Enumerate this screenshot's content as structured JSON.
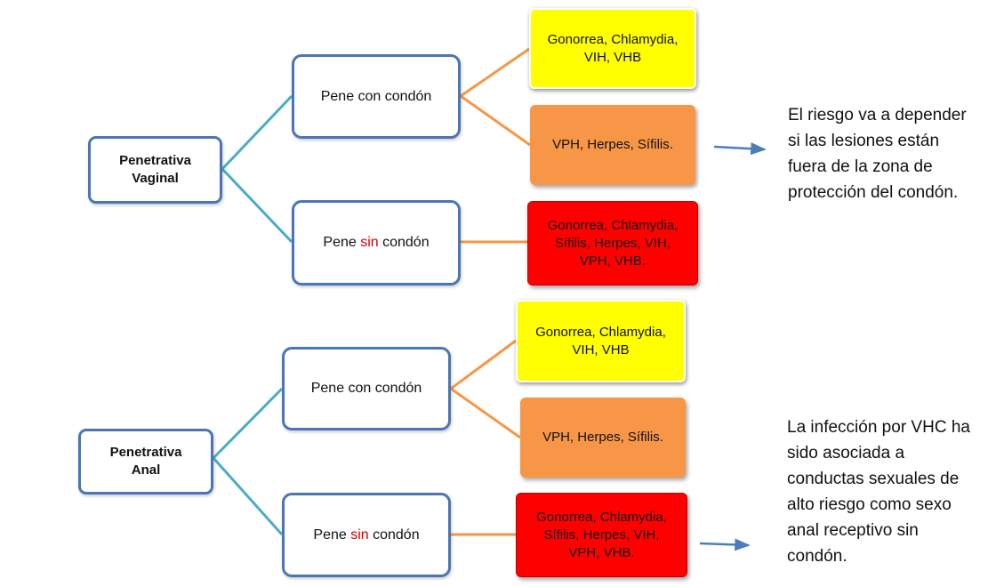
{
  "vaginal": {
    "root": [
      "Penetrativa",
      "Vaginal"
    ],
    "with_condom": "Pene con condón",
    "without_condom": {
      "before": "Pene ",
      "highlight": "sin",
      "after": " condón"
    },
    "leaf_yellow": [
      "Gonorrea, Chlamydia,",
      "VIH, VHB"
    ],
    "leaf_orange": "VPH, Herpes, Sífilis.",
    "leaf_red": [
      "Gonorrea, Chlamydia,",
      "Sífilis, Herpes, VIH,",
      "VPH, VHB."
    ],
    "note": [
      "El riesgo va a depender",
      "si las lesiones están",
      "fuera de la zona de",
      "protección del condón."
    ]
  },
  "anal": {
    "root": [
      "Penetrativa",
      "Anal"
    ],
    "with_condom": "Pene con condón",
    "without_condom": {
      "before": "Pene ",
      "highlight": "sin",
      "after": " condón"
    },
    "leaf_yellow": [
      "Gonorrea, Chlamydia,",
      "VIH, VHB"
    ],
    "leaf_orange": "VPH, Herpes, Sífilis.",
    "leaf_red": [
      "Gonorrea, Chlamydia,",
      "Sífilis, Herpes, VIH,",
      "VPH, VHB."
    ],
    "note": [
      "La infección por VHC ha",
      "sido asociada a",
      "conductas sexuales de",
      "alto riesgo como sexo",
      "anal receptivo sin",
      "condón."
    ]
  },
  "colors": {
    "box_border": "#4a76b5",
    "teal_connector": "#4bacc6",
    "orange_connector": "#f79646",
    "arrow": "#4a7ebb",
    "yellow": "#ffff00",
    "orange": "#f79646",
    "red": "#ff0000",
    "highlight_text": "#d00000"
  }
}
